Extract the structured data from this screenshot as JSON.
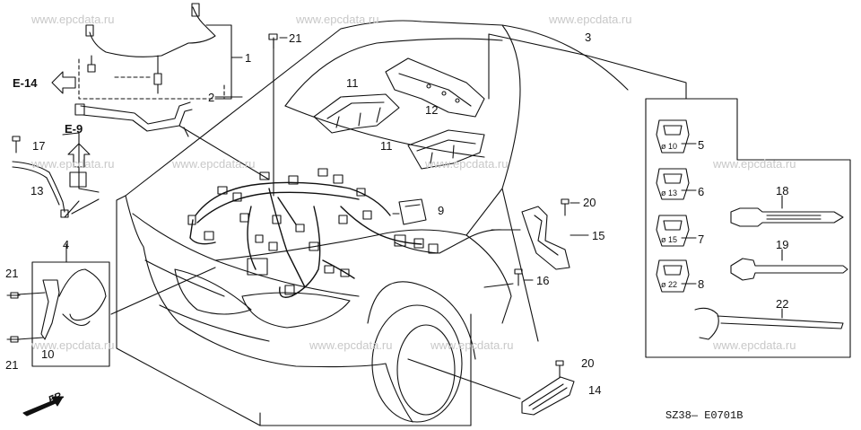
{
  "watermark": "www.epcdata.ru",
  "callouts": {
    "n1": "1",
    "n2": "2",
    "n3": "3",
    "n4": "4",
    "n5": "5",
    "n6": "6",
    "n7": "7",
    "n8": "8",
    "n9": "9",
    "n10": "10",
    "n11a": "11",
    "n11b": "11",
    "n12": "12",
    "n13": "13",
    "n14": "14",
    "n15": "15",
    "n16": "16",
    "n17": "17",
    "n18": "18",
    "n19": "19",
    "n20a": "20",
    "n20b": "20",
    "n21a": "21",
    "n21b": "21",
    "n21c": "21",
    "n22": "22"
  },
  "references": {
    "e14": "E-14",
    "e9": "E-9"
  },
  "clip_sizes": {
    "d10": "ø 10",
    "d13": "ø 13",
    "d15": "ø 15",
    "d22": "ø 22"
  },
  "front_indicator": "FR.",
  "diagram_code": "SZ38— E0701B"
}
